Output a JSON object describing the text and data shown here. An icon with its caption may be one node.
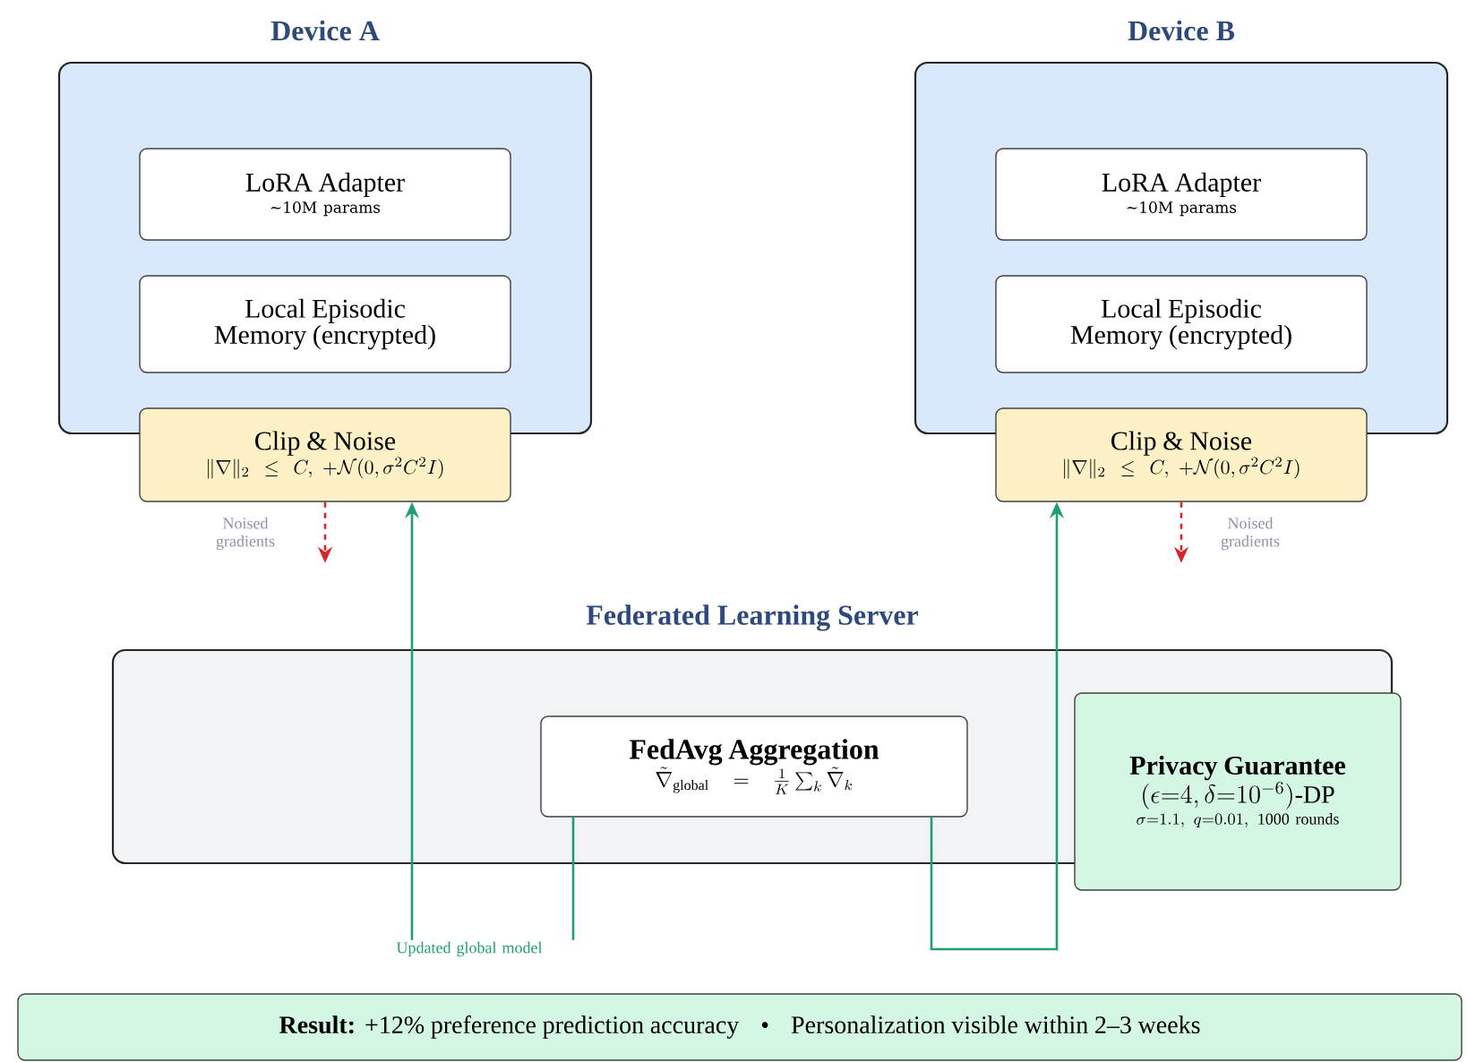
{
  "diagram": {
    "nodes": [
      {
        "text": [
          "Device A"
        ]
      },
      {
        "text": [
          "LoRA Adapter",
          "∼10M params"
        ],
        "in": 0
      },
      {
        "text": [
          "Local Episodic Memory (encrypted)"
        ],
        "in": 0
      },
      {
        "text": [
          "Clip & Noise",
          "\\|\\nabla\\|_2 \\le C,\\ +\\mathcal{N}(0,\\sigma^2C^2I)"
        ]
      },
      {
        "text": [
          "Device B"
        ]
      },
      {
        "text": [
          "LoRA Adapter",
          "∼10M params"
        ],
        "in": 4
      },
      {
        "text": [
          "Local Episodic Memory (encrypted)"
        ],
        "in": 4
      },
      {
        "text": [
          "Clip & Noise",
          "\\|\\nabla\\|_2 \\le C,\\ +\\mathcal{N}(0,\\sigma^2C^2I)"
        ]
      },
      {
        "text": [
          "Federated Learning Server"
        ]
      },
      {
        "text": [
          "FedAvg Aggregation",
          "\\tilde{\\nabla}_{\\mathrm{global}}=\\frac{1}{K}\\sum_k\\tilde{\\nabla}_k"
        ],
        "in": 8
      },
      {
        "text": [
          "Privacy Guarantee",
          "(\\epsilon{=}4,\\delta{=}10^{-6})\\mbox{-DP}",
          "\\sigma{=}1.1,\\ q{=}0.01,\\ \\mbox{1000 rounds}"
        ]
      },
      {
        "text": [
          "**Result:** +12% preference prediction accuracy",
          "Personalization visible within 2–3 weeks"
        ]
      }
    ],
    "edges": [
      {
        "from": 3,
        "to": null,
        "arrow": "to",
        "label": "Noised gradients",
        "style": "dashed",
        "color": "#d62728"
      },
      {
        "from": 7,
        "to": null,
        "arrow": "to",
        "label": "Noised gradients",
        "style": "dashed",
        "color": "#d62728"
      },
      {
        "from": 9,
        "to": 3,
        "arrow": "to",
        "label": "Updated global model",
        "color": "#1f9e74"
      },
      {
        "from": 9,
        "to": 7,
        "arrow": "to",
        "color": "#1f9e74"
      }
    ],
    "labels": [
      "•"
    ]
  }
}
